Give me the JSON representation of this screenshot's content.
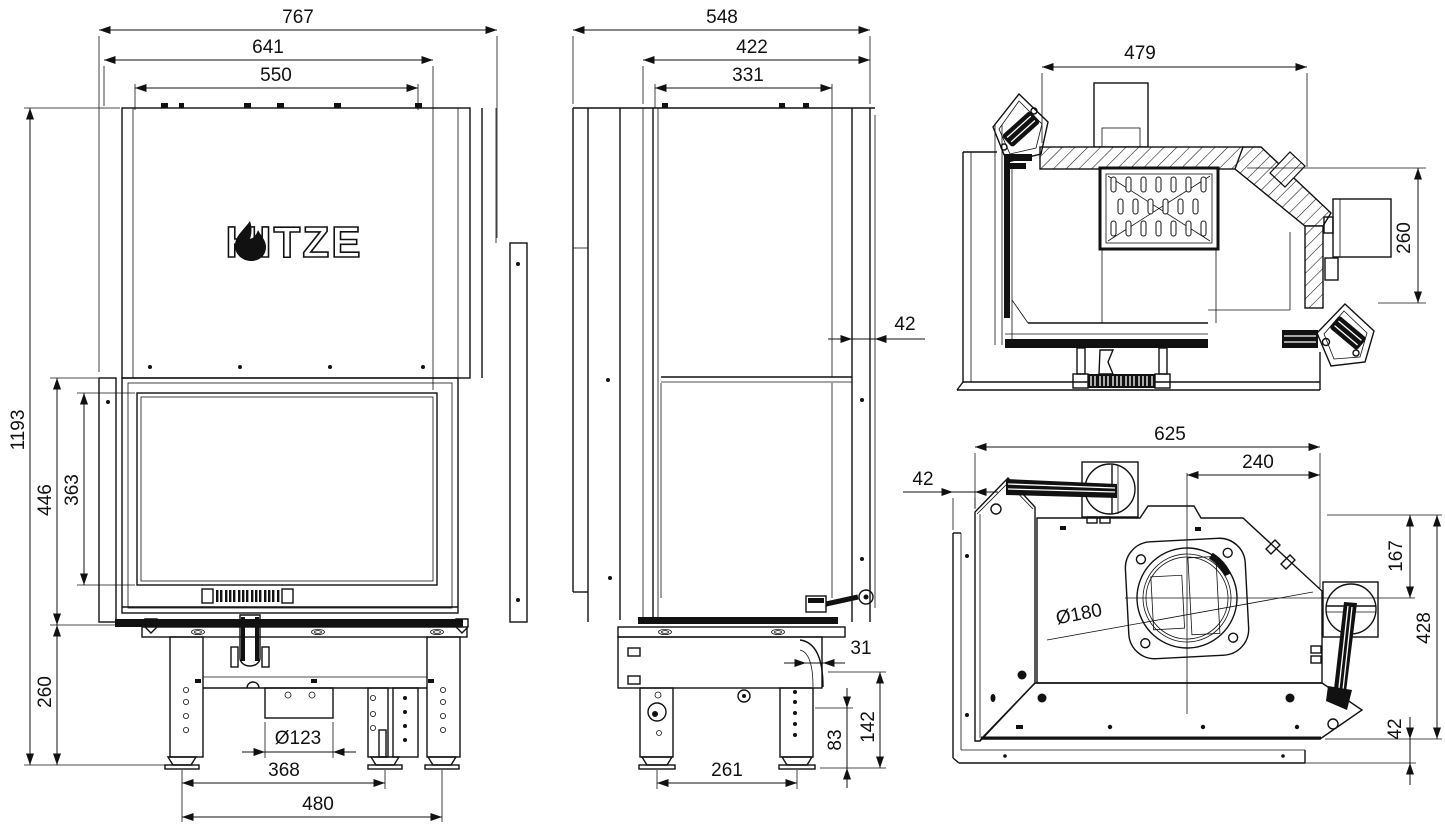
{
  "logo": {
    "text": "HITZE"
  },
  "dims": {
    "front_overall_width": "767",
    "front_body_width": "641",
    "front_glass_width": "550",
    "front_total_height": "1193",
    "front_door_height": "446",
    "front_glass_height": "363",
    "front_base_height": "260",
    "front_flue_diameter": "Ø123",
    "front_feet_inner_span": "368",
    "front_feet_outer_span": "480",
    "side_overall_depth": "548",
    "side_body_depth": "422",
    "side_glass_depth": "331",
    "side_rear_gap": "42",
    "side_rear_offset": "31",
    "side_leg_height": "83",
    "side_base_height": "142",
    "side_feet_span": "261",
    "section_top_width": "479",
    "section_rear_height": "260",
    "top_overall_width": "625",
    "top_flue_offset": "240",
    "top_left_gap": "42",
    "top_flue_from_front": "167",
    "top_overall_depth": "428",
    "top_bottom_gap": "42",
    "top_flue_diameter": "Ø180"
  }
}
